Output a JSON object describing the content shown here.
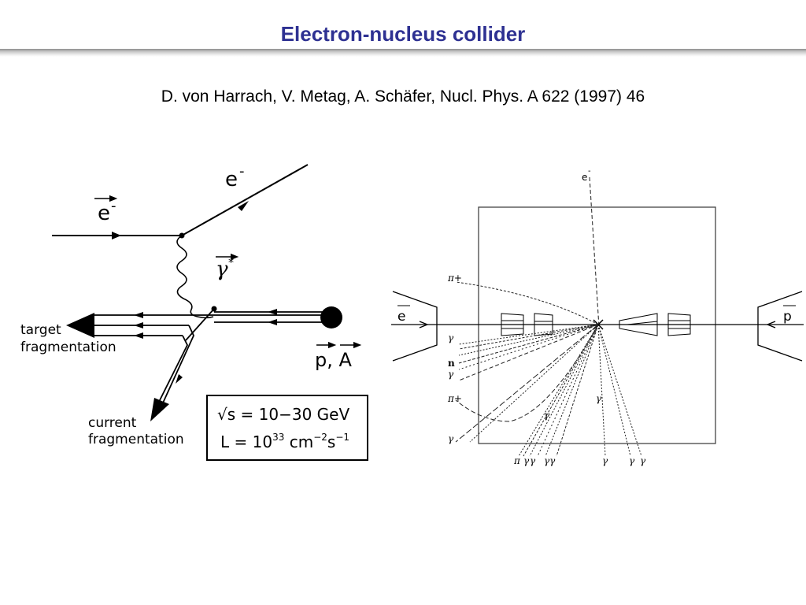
{
  "slide": {
    "title": "Electron-nucleus collider",
    "reference": "D. von Harrach, V. Metag, A. Schäfer, Nucl. Phys. A 622 (1997) 46"
  },
  "feynman_diagram": {
    "incoming_electron": "e",
    "incoming_electron_charge": "-",
    "outgoing_electron": "e",
    "outgoing_electron_charge": "-",
    "photon": "γ",
    "photon_mark": "*",
    "hadron": "p, A",
    "target_label_1": "target",
    "target_label_2": "fragmentation",
    "current_label_1": "current",
    "current_label_2": "fragmentation",
    "energy_line": "√s = 10−30 GeV",
    "luminosity_prefix": "L = 10",
    "luminosity_exp": "33",
    "luminosity_unit": " cm",
    "luminosity_unit_exp1": "−2",
    "luminosity_s": "s",
    "luminosity_unit_exp2": "−1"
  },
  "detector_diagram": {
    "electron_top": "e",
    "electron_top_charge": "-",
    "electron_beam": "e",
    "proton_beam": "p",
    "particle_labels_left": [
      "π+",
      "γ",
      "n",
      "γ",
      "π+",
      "γ"
    ],
    "particle_labels_middle": [
      "γ",
      "γ"
    ],
    "particle_labels_bottom": [
      "π",
      "γ",
      "γ",
      "γγ",
      "γ",
      "γ",
      "γ"
    ]
  }
}
